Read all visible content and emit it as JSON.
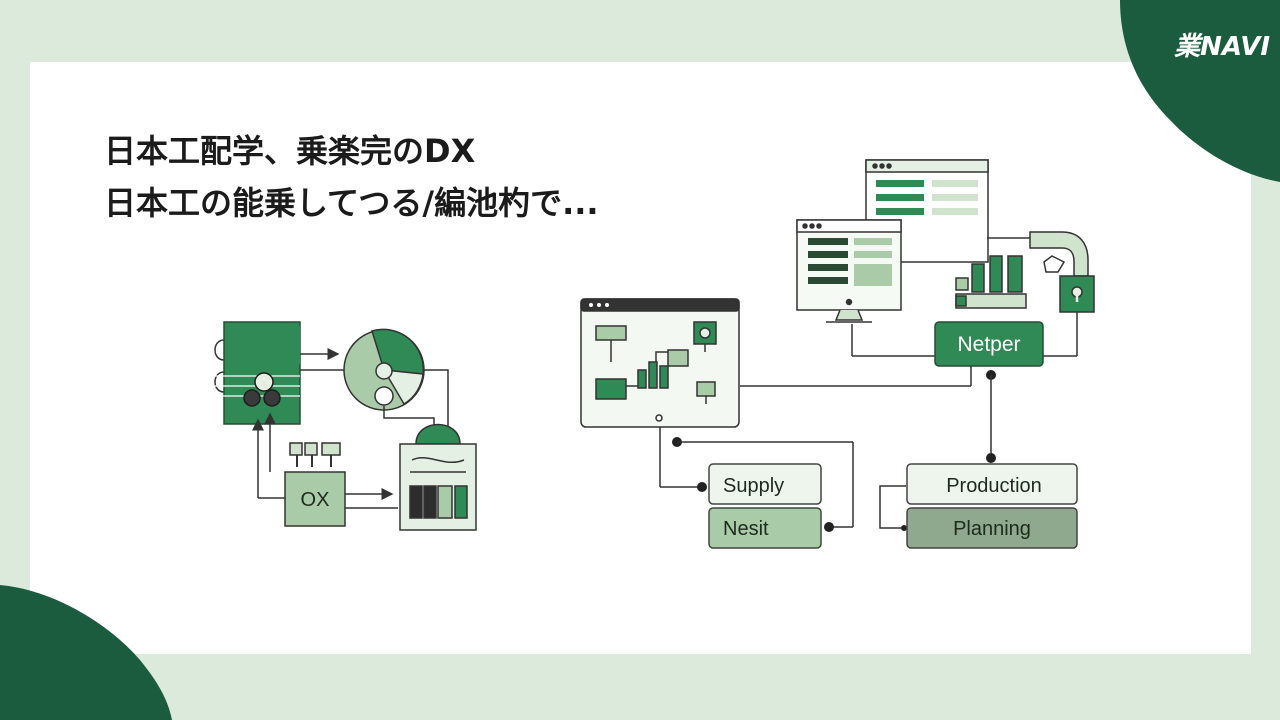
{
  "brand": {
    "logo_text": "業NAVI"
  },
  "headline": {
    "line1": "日本工配学、乗楽完のDX",
    "line2": "日本工の能乗してつる/編池杓で..."
  },
  "diagram": {
    "ox_label": "OX",
    "hub_label": "Netper",
    "supply_label": "Supply",
    "nesit_label": "Nesit",
    "production_label": "Production",
    "planning_label": "Planning"
  },
  "colors": {
    "background": "#dceadb",
    "dark_green": "#1c5c3e",
    "accent_green": "#2f8a55",
    "light_green": "#a9cba8",
    "pale_green": "#e5f0e4"
  }
}
